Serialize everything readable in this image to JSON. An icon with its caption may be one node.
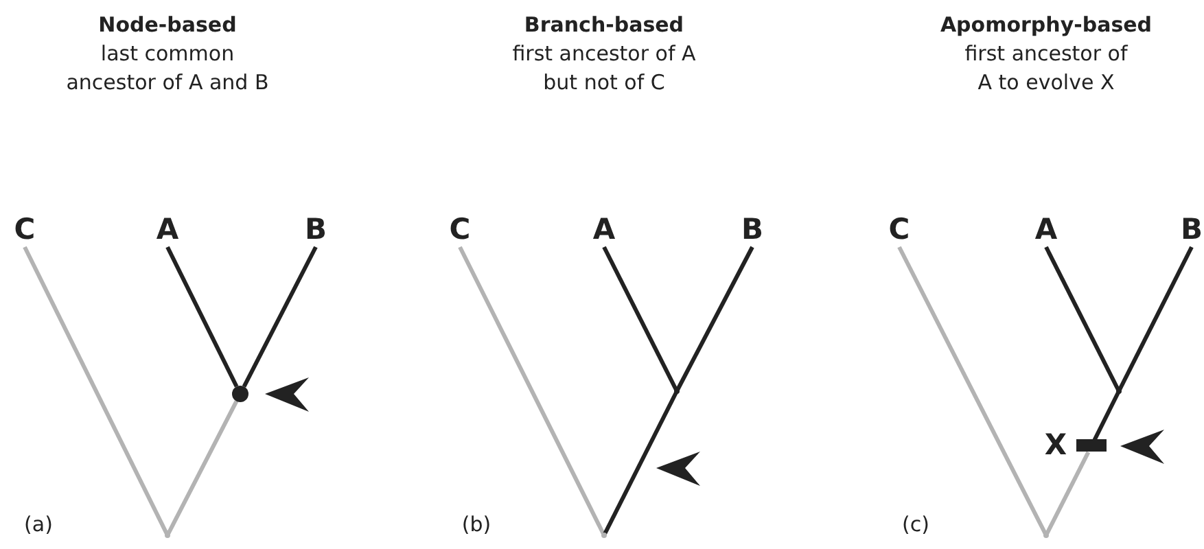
{
  "diagram": {
    "nodes": [
      {
        "text": [
          "C"
        ]
      },
      {
        "text": [
          "A"
        ]
      },
      {
        "text": [
          "B"
        ]
      },
      {
        "text": [],
        "shape": "circle"
      },
      {
        "text": [],
        "shape": "point"
      },
      {
        "text": [
          "C"
        ]
      },
      {
        "text": [
          "A"
        ]
      },
      {
        "text": [
          "B"
        ]
      },
      {
        "text": [],
        "shape": "point"
      },
      {
        "text": [],
        "shape": "point"
      },
      {
        "text": [
          "C"
        ]
      },
      {
        "text": [
          "A"
        ]
      },
      {
        "text": [
          "B"
        ]
      },
      {
        "text": [],
        "shape": "point"
      },
      {
        "text": [],
        "shape": "bar",
        "beside": [
          "X"
        ]
      },
      {
        "text": [],
        "shape": "point"
      }
    ],
    "edges": [
      {
        "from": 4,
        "to": 0,
        "arrow": "none",
        "color": "#b3b3b3"
      },
      {
        "from": 4,
        "to": 3,
        "arrow": "none",
        "color": "#b3b3b3"
      },
      {
        "from": 3,
        "to": 1,
        "arrow": "none"
      },
      {
        "from": 3,
        "to": 2,
        "arrow": "none"
      },
      {
        "from": 9,
        "to": 5,
        "arrow": "none",
        "color": "#b3b3b3"
      },
      {
        "from": 9,
        "to": 8,
        "arrow": "none"
      },
      {
        "from": 8,
        "to": 6,
        "arrow": "none"
      },
      {
        "from": 8,
        "to": 7,
        "arrow": "none"
      },
      {
        "from": 15,
        "to": 10,
        "arrow": "none",
        "color": "#b3b3b3"
      },
      {
        "from": 15,
        "to": 14,
        "arrow": "none",
        "color": "#b3b3b3"
      },
      {
        "from": 14,
        "to": 13,
        "arrow": "none"
      },
      {
        "from": 13,
        "to": 11,
        "arrow": "none"
      },
      {
        "from": 13,
        "to": 12,
        "arrow": "none"
      }
    ],
    "labels": [
      "Node-based",
      "last common ancestor of A and B",
      "Branch-based",
      "first ancestor of A but not of C",
      "Apomorphy-based",
      "first ancestor of A to evolve X",
      "(a)",
      "(b)",
      "(c)"
    ]
  }
}
